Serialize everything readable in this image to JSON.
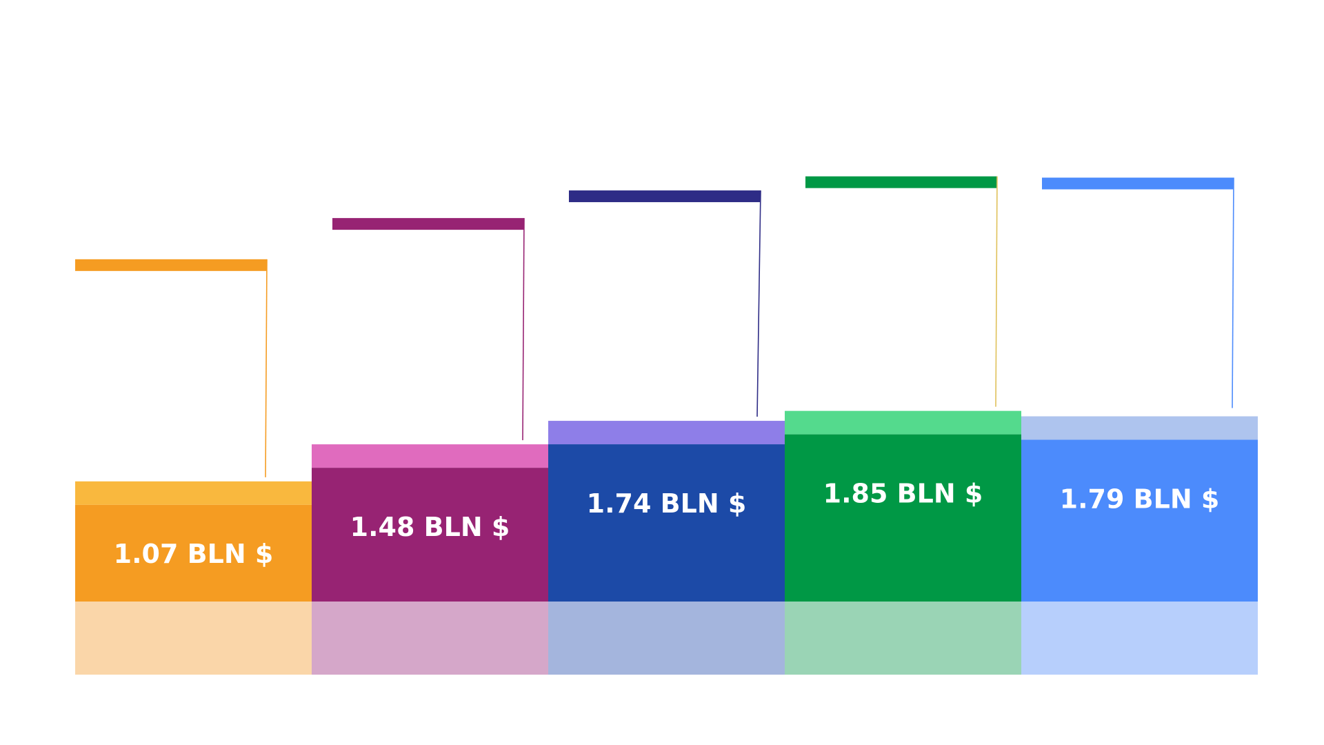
{
  "chart_data": {
    "type": "bar",
    "categories": [
      "",
      "",
      "",
      "",
      ""
    ],
    "values": [
      1.07,
      1.48,
      1.74,
      1.85,
      1.79
    ],
    "labels": [
      "1.07 BLN $",
      "1.48 BLN $",
      "1.74 BLN $",
      "1.85 BLN $",
      "1.79 BLN $"
    ],
    "ylim": [
      0,
      4.3
    ],
    "grid": false,
    "legend": "none",
    "colors": [
      {
        "main": "#F59C22",
        "cap": "#F9B83E",
        "base": "#FAD6A9",
        "line": "#F59C22"
      },
      {
        "main": "#972373",
        "cap": "#E06BBE",
        "base": "#D5A7C9",
        "line": "#972373"
      },
      {
        "main": "#1C4AA7",
        "cap": "#8E7EE8",
        "base": "#A4B5DD",
        "line": "#2E2C86"
      },
      {
        "main": "#009845",
        "cap": "#54DA8D",
        "base": "#9AD4B5",
        "line": "#009845"
      },
      {
        "main": "#4C8BFC",
        "cap": "#AEC4EE",
        "base": "#B7CFFC",
        "line": "#4C8BFC"
      }
    ]
  }
}
